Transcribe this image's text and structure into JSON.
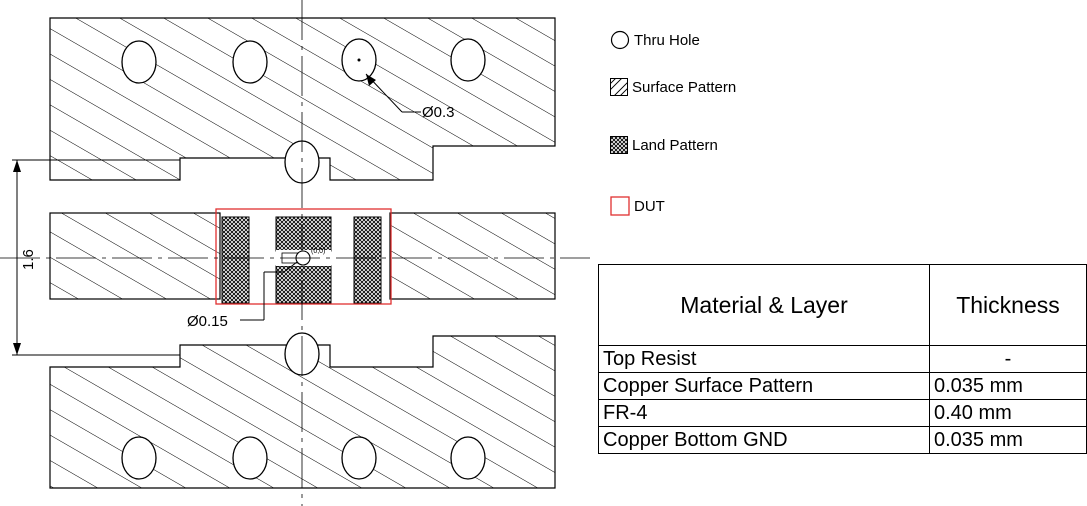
{
  "legend": {
    "thru_hole": "Thru Hole",
    "surface_pattern": "Surface Pattern",
    "land_pattern": "Land Pattern",
    "dut": "DUT"
  },
  "dimensions": {
    "hole_diameter": "Ø0.3",
    "via_diameter": "Ø0.15",
    "gap": "1.6",
    "origin": "(0,0)"
  },
  "table": {
    "headers": [
      "Material & Layer",
      "Thickness"
    ],
    "rows": [
      [
        "Top Resist",
        "-"
      ],
      [
        "Copper Surface Pattern",
        "0.035 mm"
      ],
      [
        "FR-4",
        "0.40 mm"
      ],
      [
        "Copper Bottom GND",
        "0.035 mm"
      ]
    ]
  },
  "colors": {
    "dut": "#e03030",
    "lines": "#000000"
  }
}
